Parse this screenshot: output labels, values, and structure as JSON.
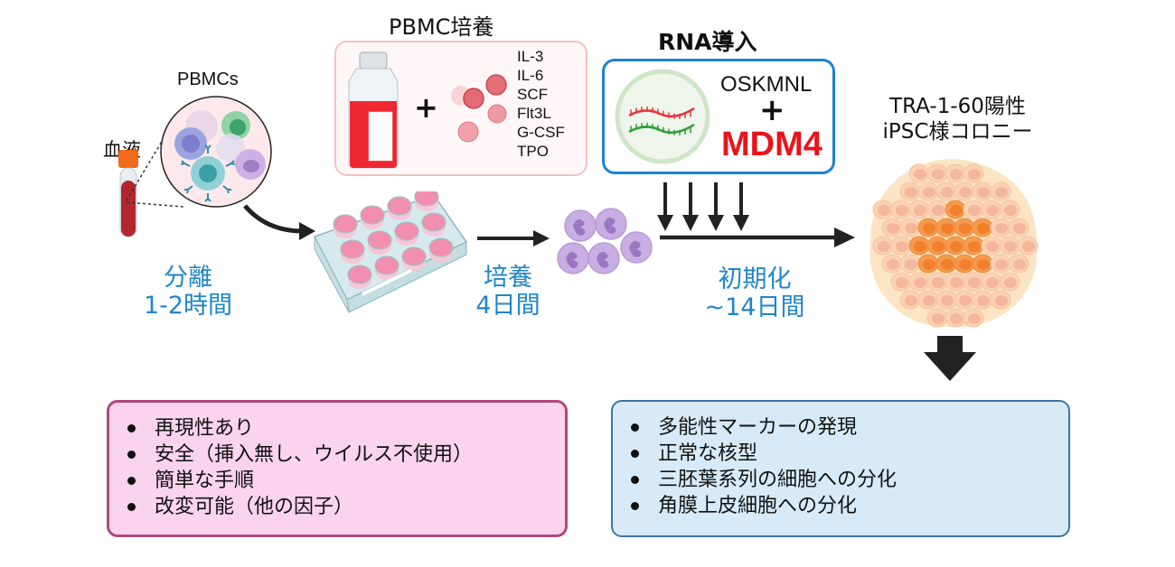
{
  "diagram": {
    "steps": {
      "blood_label": "血液",
      "pbmcs_label": "PBMCs",
      "isolation": {
        "line1": "分離",
        "line2": "1-2時間"
      },
      "culture": {
        "line1": "培養",
        "line2": "4日間"
      },
      "reprogramming": {
        "line1": "初期化",
        "line2": "~14日間"
      }
    },
    "pbmc_culture": {
      "title": "PBMC培養",
      "plus": "+",
      "factors": [
        "IL-3",
        "IL-6",
        "SCF",
        "Flt3L",
        "G-CSF",
        "TPO"
      ]
    },
    "rna_transfection": {
      "title": "RNA導入",
      "factors_label": "OSKMNL",
      "plus": "+",
      "highlight_factor": "MDM4",
      "arrow_count": 4
    },
    "colony": {
      "line1": "TRA-1-60陽性",
      "line2": "iPSC様コロニー"
    },
    "advantages": [
      "再現性あり",
      "安全（挿入無し、ウイルス不使用）",
      "簡単な手順",
      "改変可能（他の因子）"
    ],
    "results": [
      "多能性マーカーの発現",
      "正常な核型",
      "三胚葉系列の細胞への分化",
      "角膜上皮細胞への分化"
    ]
  },
  "colors": {
    "label_blue": "#1f86c9",
    "mdm4_red": "#e8141c",
    "pink_box_fill": "#fad3ec",
    "pink_box_border": "#b0477f",
    "blue_box_fill": "#d8eaf8",
    "blue_box_border": "#3a73a5",
    "rna_box_border": "#1c83d2"
  }
}
